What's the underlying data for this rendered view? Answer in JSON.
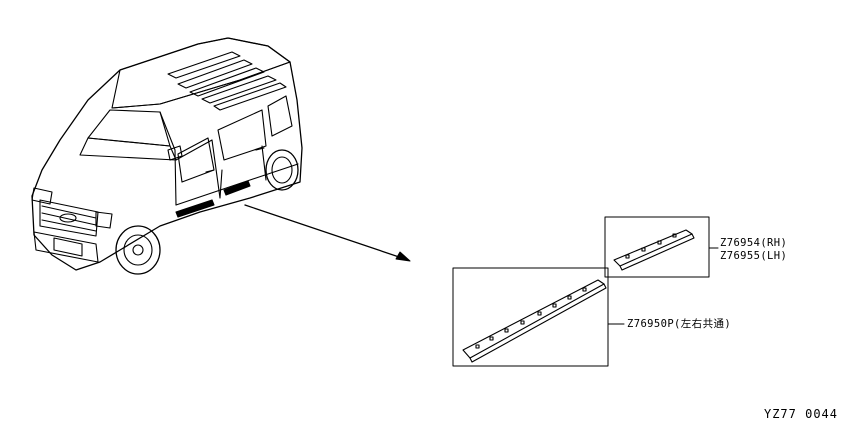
{
  "labels": {
    "rh": "Z76954(RH)",
    "lh": "Z76955(LH)",
    "center": "Z76950P(左右共通)"
  },
  "diagram_code": "YZ77 0044",
  "colors": {
    "line": "#000000",
    "background": "#ffffff"
  }
}
